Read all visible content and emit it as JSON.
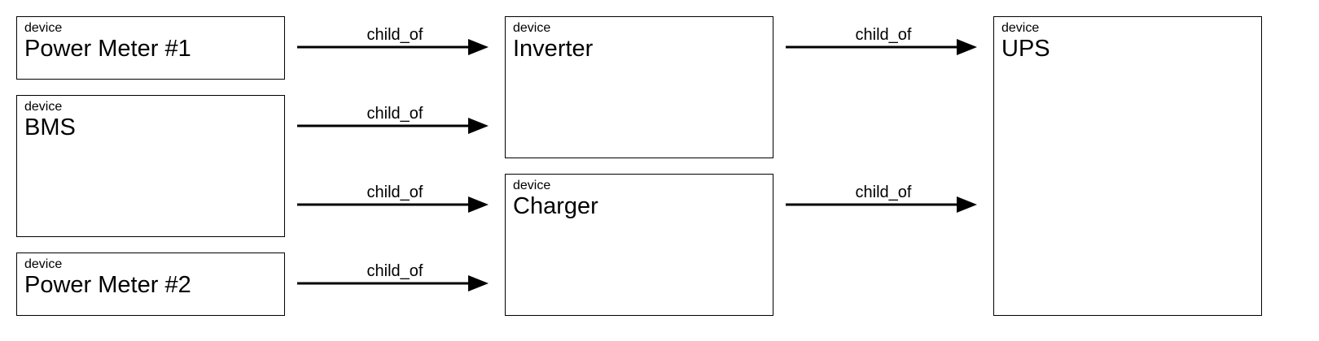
{
  "nodes": [
    {
      "id": "pm1",
      "kind": "device",
      "label": "Power Meter #1"
    },
    {
      "id": "bms",
      "kind": "device",
      "label": "BMS"
    },
    {
      "id": "pm2",
      "kind": "device",
      "label": "Power Meter #2"
    },
    {
      "id": "inverter",
      "kind": "device",
      "label": "Inverter"
    },
    {
      "id": "charger",
      "kind": "device",
      "label": "Charger"
    },
    {
      "id": "ups",
      "kind": "device",
      "label": "UPS"
    }
  ],
  "edges": [
    {
      "from": "pm1",
      "to": "inverter",
      "label": "child_of"
    },
    {
      "from": "bms",
      "to": "inverter",
      "label": "child_of"
    },
    {
      "from": "bms",
      "to": "charger",
      "label": "child_of"
    },
    {
      "from": "pm2",
      "to": "charger",
      "label": "child_of"
    },
    {
      "from": "inverter",
      "to": "ups",
      "label": "child_of"
    },
    {
      "from": "charger",
      "to": "ups",
      "label": "child_of"
    }
  ]
}
